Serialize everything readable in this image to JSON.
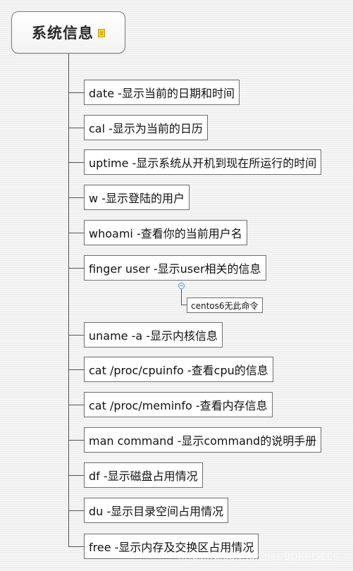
{
  "root": {
    "title": "系统信息",
    "note_icon": "note-icon"
  },
  "nodes": [
    "date -显示当前的日期和时间",
    "cal -显示为当前的日历",
    "uptime -显示系统从开机到现在所运行的时间",
    "w -显示登陆的用户",
    "whoami -查看你的当前用户名",
    "finger user -显示user相关的信息",
    "uname -a -显示内核信息",
    "cat /proc/cpuinfo -查看cpu的信息",
    "cat /proc/meminfo -查看内存信息",
    "man command  -显示command的说明手册",
    "df -显示磁盘占用情况",
    "du -显示目录空间占用情况",
    "free -显示内存及交换区占用情况"
  ],
  "subnode": {
    "label": "centos6无此命令"
  },
  "watermark": "https://blog.csdn.net/BORRISEE6"
}
